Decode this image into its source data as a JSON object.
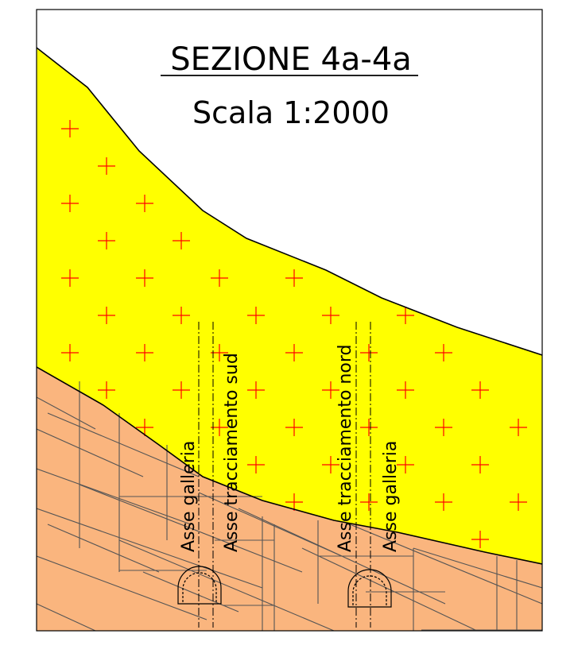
{
  "section": {
    "title": "SEZIONE 4a-4a",
    "scale": "Scala 1:2000"
  },
  "labels": {
    "axis_left_tunnel": "Asse galleria",
    "axis_south_alignment": "Asse tracciamento sud",
    "axis_north_alignment": "Asse tracciamento nord",
    "axis_right_tunnel": "Asse galleria"
  },
  "colors": {
    "background": "#ffffff",
    "upper_layer_fill": "#ffff00",
    "upper_layer_symbol": "#ff0000",
    "lower_layer_fill": "#fab57e",
    "lower_layer_lines": "#555555",
    "lines": "#000000"
  },
  "symbols": {
    "upper_layer_pattern": "red-plus-crosses",
    "lower_layer_pattern": "grey-rock-joint-lines"
  }
}
